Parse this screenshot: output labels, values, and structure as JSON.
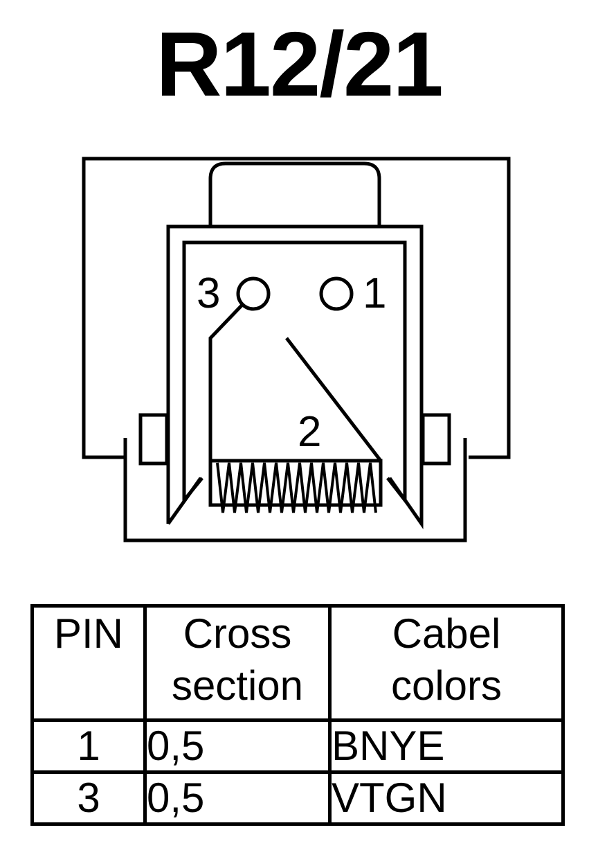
{
  "title": "R12/21",
  "connector": {
    "pin_labels": {
      "pin3": "3",
      "pin1": "1",
      "pin2": "2"
    }
  },
  "table": {
    "headers": {
      "pin": "PIN",
      "cross_section": [
        "Cross",
        "section"
      ],
      "cable_colors": [
        "Cabel",
        "colors"
      ]
    },
    "rows": [
      {
        "pin": "1",
        "cross_section": "0,5",
        "color": "BNYE"
      },
      {
        "pin": "3",
        "cross_section": "0,5",
        "color": "VTGN"
      }
    ]
  }
}
